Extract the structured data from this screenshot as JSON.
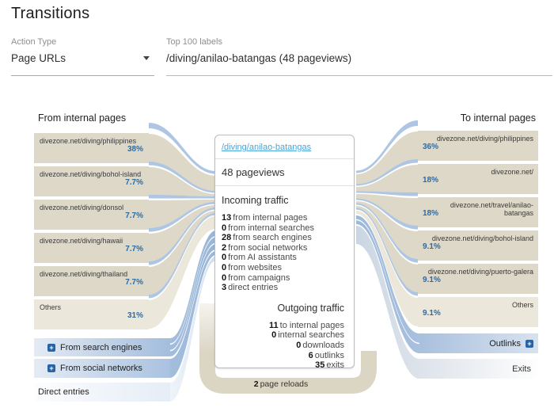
{
  "page": {
    "title": "Transitions"
  },
  "controls": {
    "action_type": {
      "label": "Action Type",
      "value": "Page URLs"
    },
    "top_labels": {
      "label": "Top 100 labels",
      "value": "/diving/anilao-batangas (48 pageviews)"
    }
  },
  "left_column": {
    "header": "From internal pages",
    "items": [
      {
        "label": "divezone.net/diving/philippines",
        "pct": "38%"
      },
      {
        "label": "divezone.net/diving/bohol-island",
        "pct": "7.7%"
      },
      {
        "label": "divezone.net/diving/donsol",
        "pct": "7.7%"
      },
      {
        "label": "divezone.net/diving/hawaii",
        "pct": "7.7%"
      },
      {
        "label": "divezone.net/diving/thailand",
        "pct": "7.7%"
      },
      {
        "label": "Others",
        "pct": "31%"
      }
    ],
    "groups": [
      {
        "label": "From search engines"
      },
      {
        "label": "From social networks"
      },
      {
        "label": "Direct entries"
      }
    ]
  },
  "right_column": {
    "header": "To internal pages",
    "items": [
      {
        "label": "divezone.net/diving/philippines",
        "pct": "36%"
      },
      {
        "label": "divezone.net/",
        "pct": "18%"
      },
      {
        "label": "divezone.net/travel/anilao-batangas",
        "pct": "18%"
      },
      {
        "label": "divezone.net/diving/bohol-island",
        "pct": "9.1%"
      },
      {
        "label": "divezone.net/diving/puerto-galera",
        "pct": "9.1%"
      },
      {
        "label": "Others",
        "pct": "9.1%"
      }
    ],
    "groups": [
      {
        "label": "Outlinks"
      },
      {
        "label": "Exits"
      }
    ]
  },
  "center": {
    "page_link": "/diving/anilao-batangas",
    "pageviews": "48 pageviews",
    "incoming": {
      "title": "Incoming traffic",
      "rows": [
        {
          "value": "13",
          "label": "from internal pages"
        },
        {
          "value": "0",
          "label": "from internal searches"
        },
        {
          "value": "28",
          "label": "from search engines"
        },
        {
          "value": "2",
          "label": "from social networks"
        },
        {
          "value": "0",
          "label": "from AI assistants"
        },
        {
          "value": "0",
          "label": "from websites"
        },
        {
          "value": "0",
          "label": "from campaigns"
        },
        {
          "value": "3",
          "label": "direct entries"
        }
      ]
    },
    "outgoing": {
      "title": "Outgoing traffic",
      "rows": [
        {
          "value": "11",
          "label": "to internal pages"
        },
        {
          "value": "0",
          "label": "internal searches"
        },
        {
          "value": "0",
          "label": "downloads"
        },
        {
          "value": "6",
          "label": "outlinks"
        },
        {
          "value": "35",
          "label": "exits"
        }
      ]
    },
    "loop": {
      "value": "2",
      "label": "page reloads"
    }
  },
  "colors": {
    "box_beige": "#ddd8c8",
    "band_blue": "#a9c2e0",
    "percent_blue": "#2d6ba5",
    "link_blue": "#4ea3d8"
  }
}
